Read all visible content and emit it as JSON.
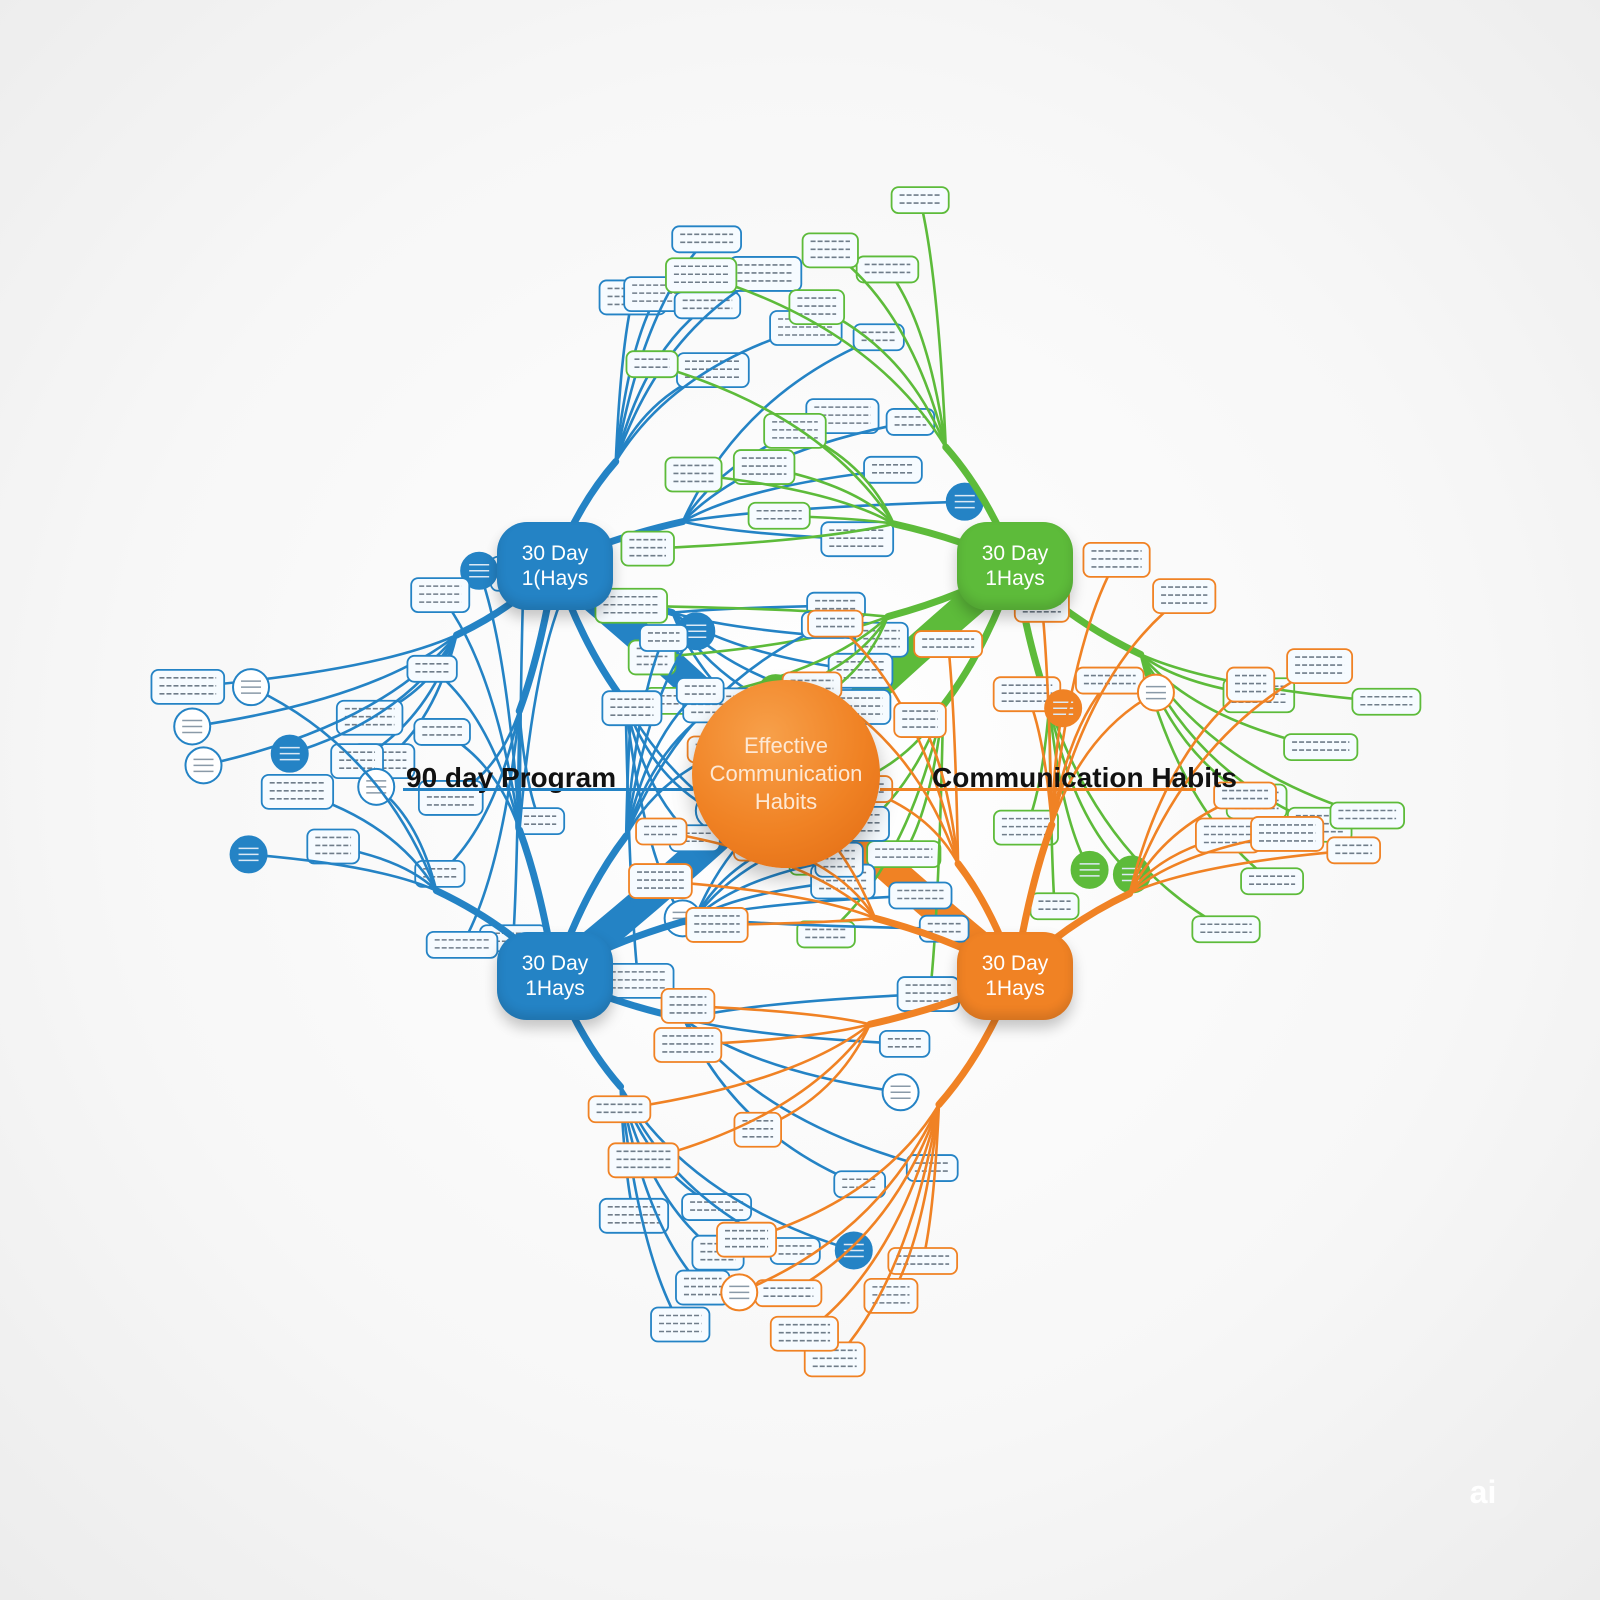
{
  "center": {
    "line1": "Effective",
    "line2": "Communication",
    "line3": "Habits",
    "color": "#f08224"
  },
  "left_label": "90 day Program",
  "right_label": "Communication Habits",
  "hubs": [
    {
      "line1": "30 Day",
      "line2": "1(Hays",
      "color": "#2483c5"
    },
    {
      "line1": "30 Day",
      "line2": "1Hays",
      "color": "#5dbb3a"
    },
    {
      "line1": "30 Day",
      "line2": "1Hays",
      "color": "#2483c5"
    },
    {
      "line1": "30 Day",
      "line2": "1Hays",
      "color": "#f08224"
    }
  ],
  "watermark": "ai"
}
